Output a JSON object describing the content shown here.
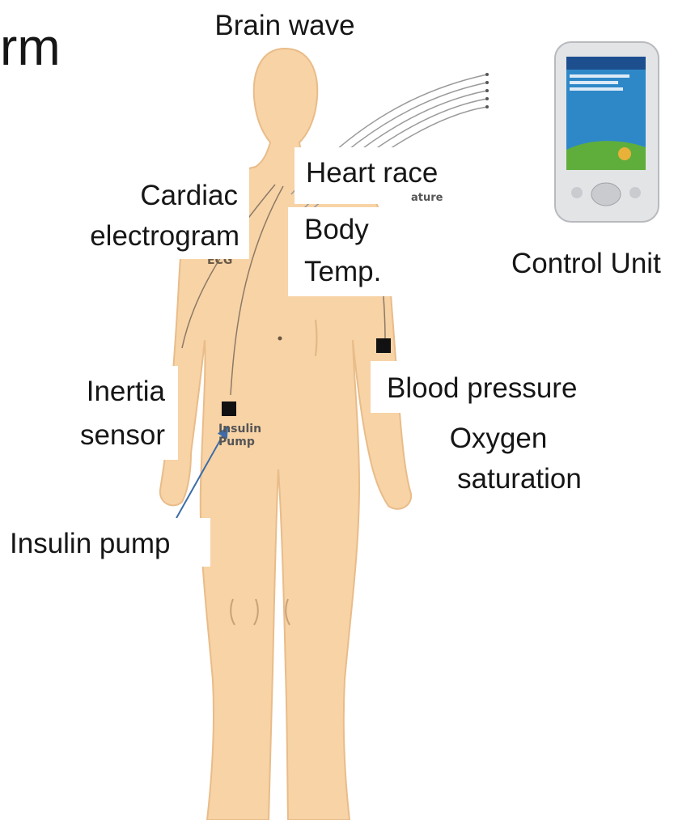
{
  "title_fragment": "rm",
  "labels": {
    "brain_wave": "Brain wave",
    "heart_race": "Heart race",
    "cardiac_line1": "Cardiac",
    "cardiac_line2": "electrogram",
    "body_line1": "Body",
    "body_line2": "Temp.",
    "control_unit": "Control Unit",
    "inertia_line1": "Inertia",
    "inertia_line2": "sensor",
    "blood_pressure": "Blood pressure",
    "oxygen_line1": "Oxygen",
    "oxygen_line2": "saturation",
    "insulin_pump": "Insulin pump"
  },
  "figure_text": {
    "insulin_line1": "Insulin",
    "insulin_line2": "Pump",
    "ature": "ature",
    "ecg": "ECG"
  },
  "colors": {
    "skin": "#F7D3A6",
    "skin_outline": "#E9BC89",
    "sensor": "#111111",
    "wire": "#9A9A9A",
    "arrow": "#3E6CA8",
    "device_body": "#E3E4E6",
    "device_screen": "#2E88C7"
  }
}
